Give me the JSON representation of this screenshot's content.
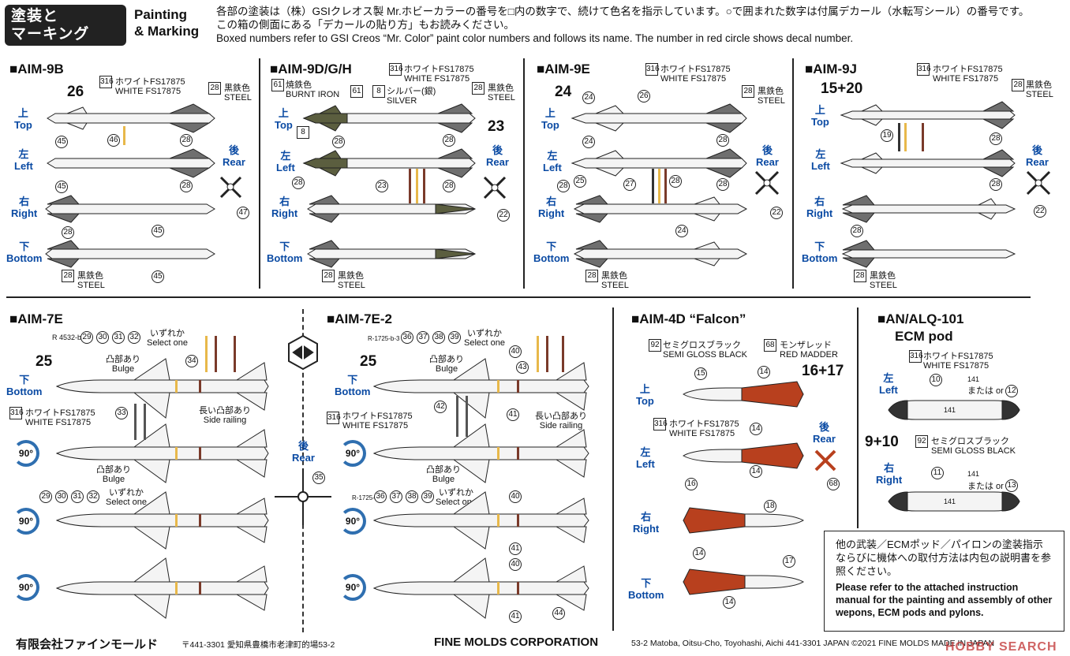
{
  "header": {
    "title_jp_line1": "塗装と",
    "title_jp_line2": "マーキング",
    "title_en_line1": "Painting",
    "title_en_line2": "& Marking",
    "intro_jp_line1": "各部の塗装は（株）GSIクレオス製 Mr.ホビーカラーの番号を□内の数字で、続けて色名を指示しています。○で囲まれた数字は付属デカール（水転写シール）の番号です。",
    "intro_jp_line2": "この箱の側面にある「デカールの貼り方」もお読みください。",
    "intro_en": "Boxed numbers refer to GSI Creos “Mr. Color” paint color numbers and follows its name. The number in red circle shows decal number."
  },
  "directions": {
    "top_jp": "上",
    "top_en": "Top",
    "left_jp": "左",
    "left_en": "Left",
    "right_jp": "右",
    "right_en": "Right",
    "bottom_jp": "下",
    "bottom_en": "Bottom",
    "rear_jp": "後",
    "rear_en": "Rear"
  },
  "colors": {
    "white_jp": "ホワイトFS17875",
    "white_en": "WHITE FS17875",
    "steel_jp": "黒鉄色",
    "steel_en": "STEEL",
    "burnt_jp": "焼鉄色",
    "burnt_en": "BURNT IRON",
    "silver_jp": "シルバー(銀)",
    "silver_en": "SILVER",
    "semigloss_jp": "セミグロスブラック",
    "semigloss_en": "SEMI GLOSS BLACK",
    "madder_jp": "モンザレッド",
    "madder_en": "RED MADDER",
    "accent_blue": "#0a4aa3",
    "missile_body": "#f4f4f4",
    "olive": "#5b5e3f",
    "red_madder": "#b8401e",
    "decal_yellow": "#e8b84a",
    "decal_brown": "#7a3a2a"
  },
  "sections": {
    "aim9b": "AIM-9B",
    "aim9dgh": "AIM-9D/G/H",
    "aim9e": "AIM-9E",
    "aim9j": "AIM-9J",
    "aim7e": "AIM-7E",
    "aim7e2": "AIM-7E-2",
    "aim4d": "AIM-4D “Falcon”",
    "alq101_line1": "AN/ALQ-101",
    "alq101_line2": "ECM pod"
  },
  "paint_numbers": {
    "white": "316",
    "steel": "28",
    "burnt": "61",
    "silver": "8",
    "semigloss": "92",
    "madder": "68"
  },
  "decal_numbers": {
    "aim9b_big": "26",
    "aim9dgh_big": "23",
    "aim9e_big": "24",
    "aim9j_big": "15+20",
    "aim7e_big": "25",
    "aim7e2_big": "25",
    "aim4d_big": "16+17",
    "alq_big": "9+10"
  },
  "labels": {
    "either_jp": "いずれか",
    "either_en": "Select one",
    "bulge_jp": "凸部あり",
    "bulge_en": "Bulge",
    "rail_jp": "長い凸部あり",
    "rail_en": "Side railing",
    "or_text": "または or",
    "rot90": "90°",
    "r4532": "R 4532-b",
    "r1725": "R-1725-b-3",
    "code141": "141"
  },
  "notice": {
    "jp": "他の武装／ECMポッド／パイロンの塗装指示ならびに機体への取付方法は内包の説明書を参照ください。",
    "en": "Please refer to the attached instruction manual for the painting and assembly of other wepons, ECM pods and pylons."
  },
  "footer": {
    "company_jp": "有限会社ファインモールド",
    "address_jp": "〒441-3301 愛知県豊橋市老津町的場53-2",
    "company_en": "FINE MOLDS CORPORATION",
    "address_en": "53-2 Matoba, Oitsu-Cho, Toyohashi, Aichi  441-3301  JAPAN   ©2021 FINE MOLDS      MADE IN JAPAN",
    "watermark": "HOBBY SEARCH"
  }
}
